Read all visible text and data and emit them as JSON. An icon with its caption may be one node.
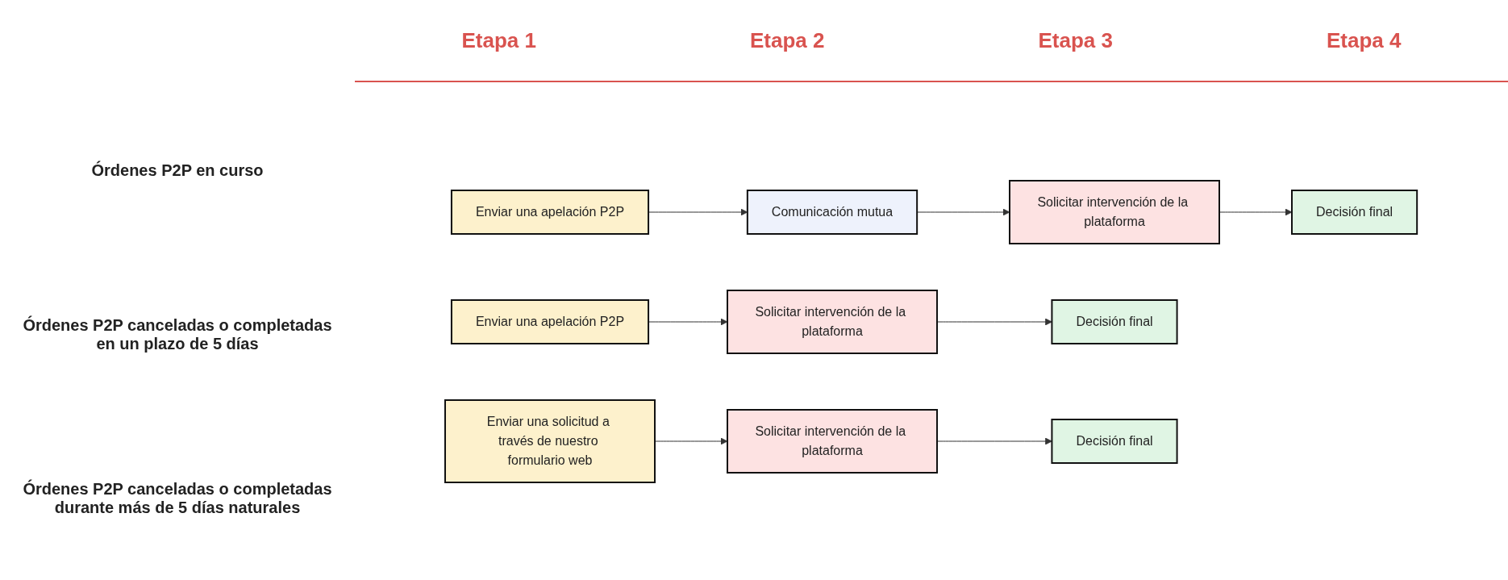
{
  "diagram": {
    "nodes": [
      {
        "text": [
          "Enviar una apelación P2P"
        ]
      },
      {
        "text": [
          "Comunicación mutua"
        ]
      },
      {
        "text": [
          "Solicitar intervención de la plataforma"
        ]
      },
      {
        "text": [
          "Decisión final"
        ]
      },
      {
        "text": [
          "Enviar una apelación P2P"
        ]
      },
      {
        "text": [
          "Solicitar intervención de la plataforma"
        ]
      },
      {
        "text": [
          "Decisión final"
        ]
      },
      {
        "text": [
          "Enviar una solicitud a través de nuestro formulario web"
        ]
      },
      {
        "text": [
          "Solicitar intervención de la plataforma"
        ]
      },
      {
        "text": [
          "Decisión final"
        ]
      }
    ],
    "edges": [
      {
        "from": 0,
        "to": 1,
        "arrow": "to"
      },
      {
        "from": 1,
        "to": 2,
        "arrow": "to"
      },
      {
        "from": 2,
        "to": 3,
        "arrow": "to"
      },
      {
        "from": 4,
        "to": 5,
        "arrow": "to"
      },
      {
        "from": 5,
        "to": 6,
        "arrow": "to"
      },
      {
        "from": 7,
        "to": 8,
        "arrow": "to"
      },
      {
        "from": 8,
        "to": 9,
        "arrow": "to"
      }
    ],
    "labels": [
      "Etapa 1",
      "Etapa 2",
      "Etapa 3",
      "Etapa 4",
      "Órdenes P2P en curso",
      "Órdenes P2P canceladas o completadas en un plazo de 5 días",
      "Órdenes P2P canceladas o completadas durante más de 5 días naturales"
    ]
  }
}
